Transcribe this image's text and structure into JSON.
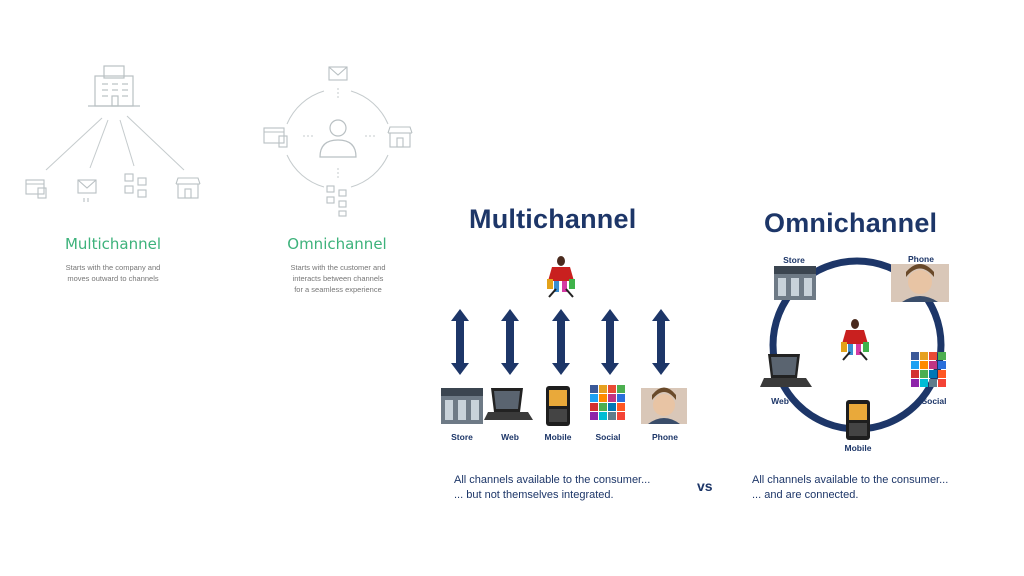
{
  "left_panel": {
    "multichannel": {
      "title": "Multichannel",
      "desc_line1": "Starts with the company and",
      "desc_line2": "moves outward to channels"
    },
    "omnichannel": {
      "title": "Omnichannel",
      "desc_line1": "Starts with the customer and",
      "desc_line2": "interacts between channels",
      "desc_line3": "for a seamless experience"
    },
    "accent_color": "#3db27b",
    "icon_color": "#b9c0c3"
  },
  "right_panel": {
    "multichannel": {
      "title": "Multichannel",
      "channels": [
        "Store",
        "Web",
        "Mobile",
        "Social",
        "Phone"
      ],
      "caption_line1": "All channels available to the consumer...",
      "caption_line2": "... but not themselves integrated."
    },
    "vs_label": "vs",
    "omnichannel": {
      "title": "Omnichannel",
      "channels": {
        "store": "Store",
        "phone": "Phone",
        "web": "Web",
        "social": "Social",
        "mobile": "Mobile"
      },
      "caption_line1": "All channels available to the consumer...",
      "caption_line2": "... and are connected."
    },
    "navy_color": "#1d3668"
  }
}
